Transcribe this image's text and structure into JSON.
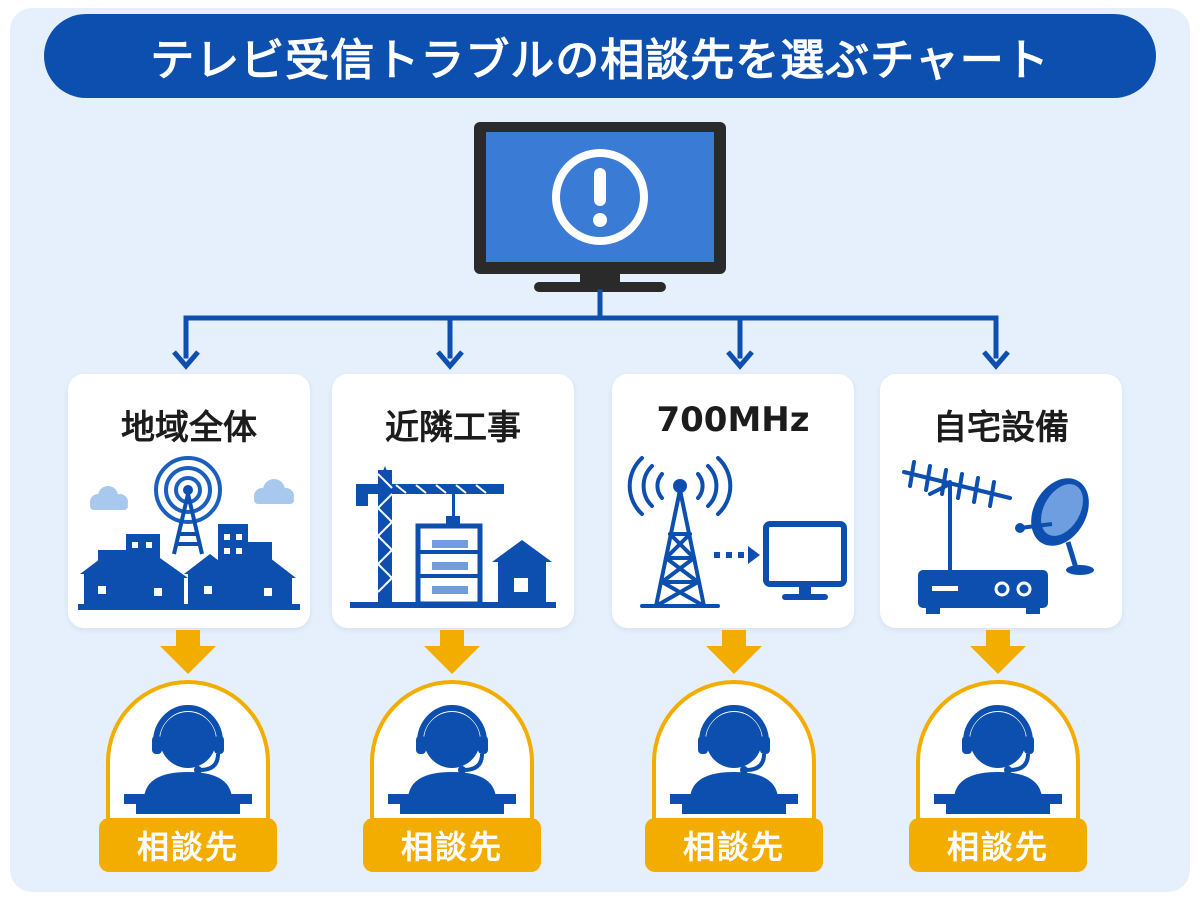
{
  "title": "テレビ受信トラブルの相談先を選ぶチャート",
  "colors": {
    "primary_blue": "#0d4fae",
    "screen_blue": "#3a7bd5",
    "accent_yellow": "#f2ad00",
    "background": "#e6f0fc",
    "card": "#ffffff"
  },
  "source": {
    "icon": "tv-warning-icon"
  },
  "categories": [
    {
      "label": "地域全体",
      "icon": "city-broadcast-tower-icon",
      "target_label": "相談先",
      "target_icon": "support-operator-icon"
    },
    {
      "label": "近隣工事",
      "icon": "construction-crane-icon",
      "target_label": "相談先",
      "target_icon": "support-operator-icon"
    },
    {
      "label": "700MHz",
      "icon": "radio-tower-signal-icon",
      "target_label": "相談先",
      "target_icon": "support-operator-icon"
    },
    {
      "label": "自宅設備",
      "icon": "antenna-dish-tuner-icon",
      "target_label": "相談先",
      "target_icon": "support-operator-icon"
    }
  ]
}
